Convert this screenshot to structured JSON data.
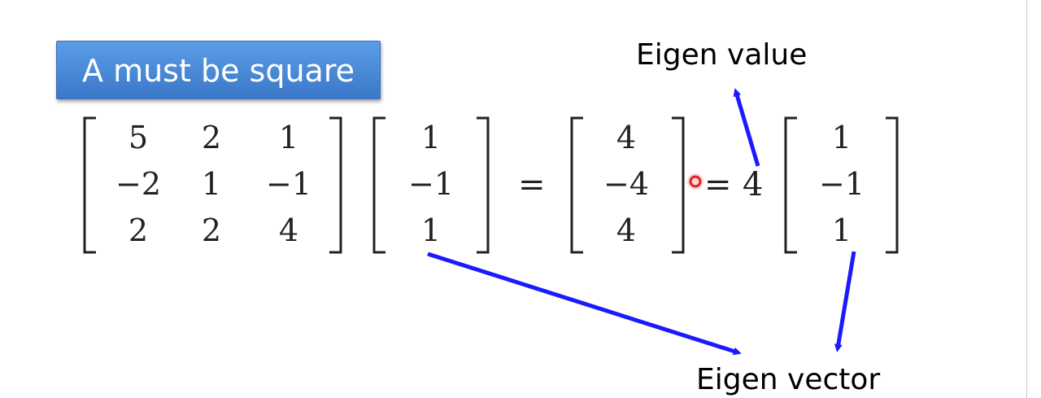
{
  "callout": {
    "text": "A must be square"
  },
  "labels": {
    "eigen_value": "Eigen value",
    "eigen_vector": "Eigen vector"
  },
  "equation": {
    "matrix_A": [
      [
        "5",
        "2",
        "1"
      ],
      [
        "−2",
        "1",
        "−1"
      ],
      [
        "2",
        "2",
        "4"
      ]
    ],
    "vector_v": [
      "1",
      "−1",
      "1"
    ],
    "result": [
      "4",
      "−4",
      "4"
    ],
    "equals": "=",
    "scalar": "4",
    "vector_v2": [
      "1",
      "−1",
      "1"
    ]
  },
  "colors": {
    "arrow": "#1a1aff",
    "callout": "#4a8ad8",
    "pointer": "#e02020"
  }
}
